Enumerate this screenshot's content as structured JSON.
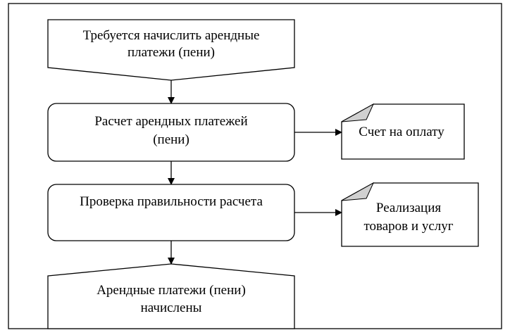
{
  "start_event": {
    "line1": "Требуется начислить арендные",
    "line2": "платежи (пени)"
  },
  "step_calc": {
    "line1": "Расчет арендных платежей",
    "line2": "(пени)"
  },
  "step_check": {
    "line1": "Проверка правильности расчета"
  },
  "end_event": {
    "line1": "Арендные платежи (пени)",
    "line2": "начислены"
  },
  "doc_invoice": {
    "line1": "Счет на оплату"
  },
  "doc_sales": {
    "line1": "Реализация",
    "line2": "товаров и услуг"
  }
}
